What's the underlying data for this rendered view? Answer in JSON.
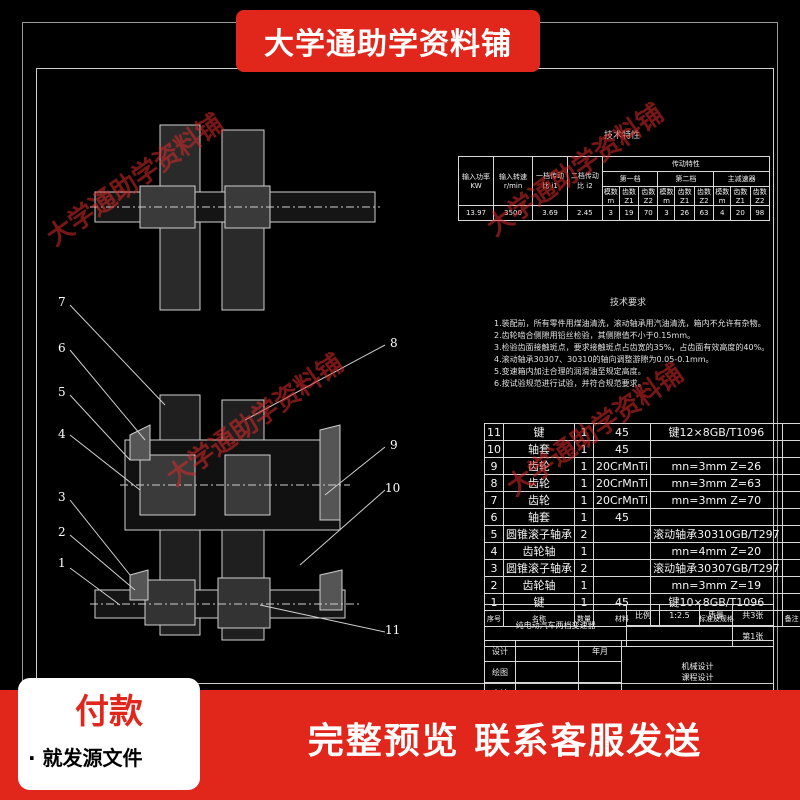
{
  "banner": {
    "text": "大学通助学资料铺"
  },
  "watermark": {
    "text": "大学通助学资料铺"
  },
  "tech_char": {
    "title": "技术特性",
    "headers": {
      "input_power": "输入功率 KW",
      "input_speed": "输入转速 r/min",
      "ratio1": "一档传动比 i1",
      "ratio2": "二档传动比 i2",
      "gear_char": "传动特性",
      "stage1": "第一档",
      "stage2": "第二档",
      "reducer": "主减速器",
      "sub": [
        "模数m",
        "齿数Z1",
        "齿数Z2",
        "模数m",
        "齿数Z1",
        "齿数Z2",
        "模数m",
        "齿数Z1",
        "齿数Z2"
      ]
    },
    "row": [
      "13.97",
      "3500",
      "3.69",
      "2.45",
      "3",
      "19",
      "70",
      "3",
      "26",
      "63",
      "4",
      "20",
      "98"
    ]
  },
  "requirements": {
    "title": "技术要求",
    "lines": [
      "1.装配前，所有零件用煤油清洗，滚动轴承用汽油清洗，箱内不允许有杂物。",
      "2.齿轮啮合侧隙用铅丝检验，其侧隙值不小于0.15mm。",
      "3.检验齿面接触斑点，要求接触斑点占齿宽的35%，占齿面有效高度的40%。",
      "4.滚动轴承30307、30310的轴向调整游隙为0.05-0.1mm。",
      "5.变速箱内加注合理的润滑油至规定高度。",
      "6.按试验规范进行试验，并符合规范要求。"
    ]
  },
  "parts": {
    "rows": [
      [
        "11",
        "键",
        "1",
        "45",
        "键12×8GB/T1096"
      ],
      [
        "10",
        "轴套",
        "1",
        "45",
        ""
      ],
      [
        "9",
        "齿轮",
        "1",
        "20CrMnTi",
        "mn=3mm  Z=26"
      ],
      [
        "8",
        "齿轮",
        "1",
        "20CrMnTi",
        "mn=3mm  Z=63"
      ],
      [
        "7",
        "齿轮",
        "1",
        "20CrMnTi",
        "mn=3mm  Z=70"
      ],
      [
        "6",
        "轴套",
        "1",
        "45",
        ""
      ],
      [
        "5",
        "圆锥滚子轴承",
        "2",
        "",
        "滚动轴承30310GB/T297"
      ],
      [
        "4",
        "齿轮轴",
        "1",
        "",
        "mn=4mm  Z=20"
      ],
      [
        "3",
        "圆锥滚子轴承",
        "2",
        "",
        "滚动轴承30307GB/T297"
      ],
      [
        "2",
        "齿轮轴",
        "1",
        "",
        "mn=3mm  Z=19"
      ],
      [
        "1",
        "键",
        "1",
        "45",
        "键10×8GB/T1096"
      ]
    ],
    "header": [
      "序号",
      "名称",
      "数量",
      "材料",
      "标准及规格",
      "备注"
    ]
  },
  "title_block": {
    "name": "纯电动汽车两档变速器",
    "scale_label": "比例",
    "scale": "1:2.5",
    "mass_label": "质量",
    "sheets": "共3张",
    "sheet": "第1张",
    "design": "设计",
    "draw": "绘图",
    "check": "审核",
    "date": "年月",
    "course": "机械设计",
    "course2": "课程设计"
  },
  "callouts": [
    "7",
    "6",
    "5",
    "4",
    "3",
    "2",
    "1",
    "8",
    "9",
    "10",
    "11"
  ],
  "bottom": {
    "pay": "付款",
    "pay_sub": "· 就发源文件",
    "cta": "完整预览  联系客服发送"
  }
}
